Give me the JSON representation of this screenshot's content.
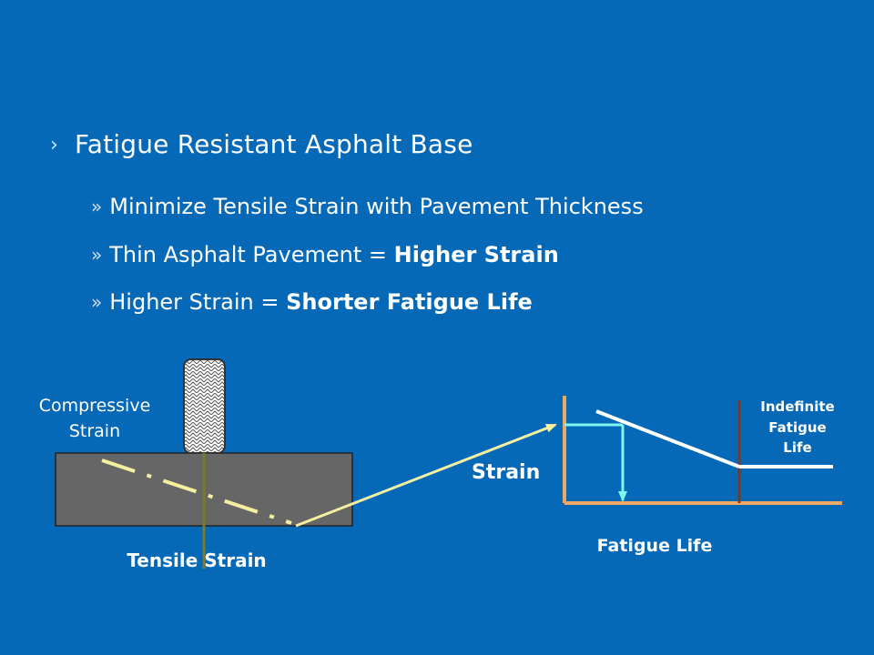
{
  "slide": {
    "main_bullet": "Fatigue Resistant Asphalt Base",
    "bullets": [
      {
        "text": "Minimize Tensile Strain with Pavement Thickness",
        "bold": ""
      },
      {
        "text": "Thin Asphalt Pavement = ",
        "bold": "Higher Strain"
      },
      {
        "text": "Higher Strain = ",
        "bold": "Shorter Fatigue Life"
      }
    ]
  },
  "diagram": {
    "compressive_label_1": "Compressive",
    "compressive_label_2": "Strain",
    "tensile_label": "Tensile Strain",
    "strain_axis_label": "Strain",
    "fatigue_axis_label": "Fatigue Life",
    "indefinite_1": "Indefinite",
    "indefinite_2": "Fatigue",
    "indefinite_3": "Life"
  },
  "colors": {
    "background": "#0569b8",
    "pavement": "#666666",
    "strain_line": "#f5f0a0",
    "axis": "#f0a860",
    "guide": "#7ff5f0",
    "limit_line": "#7a3a20"
  }
}
